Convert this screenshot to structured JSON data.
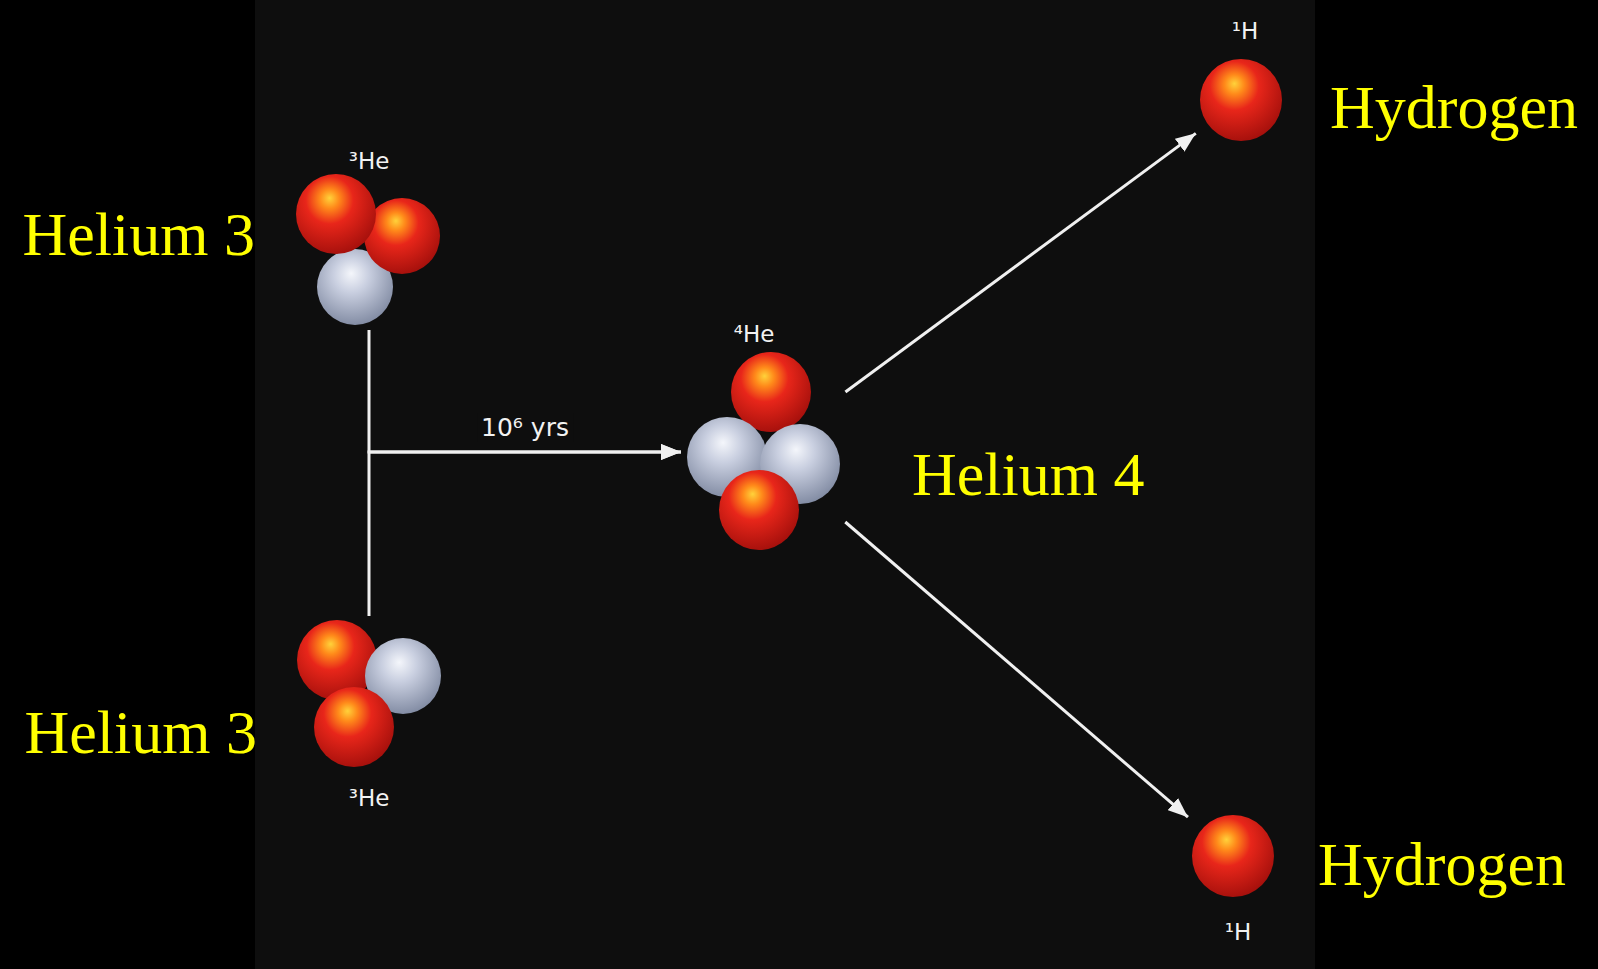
{
  "diagram": {
    "nodes": [
      {
        "text": [
          "³He",
          "Helium 3"
        ]
      },
      {
        "text": [
          "³He",
          "Helium 3"
        ]
      },
      {
        "text": [
          "⁴He",
          "Helium 4"
        ]
      },
      {
        "text": [
          "¹H",
          "Hydrogen"
        ]
      },
      {
        "text": [
          "¹H",
          "Hydrogen"
        ]
      }
    ],
    "edges": [
      {
        "from": 0,
        "to": 2,
        "arrow": "to",
        "label": "10⁶ yrs"
      },
      {
        "from": 1,
        "to": 2,
        "arrow": "to"
      },
      {
        "from": 2,
        "to": 3,
        "arrow": "to"
      },
      {
        "from": 2,
        "to": 4,
        "arrow": "to"
      }
    ]
  }
}
